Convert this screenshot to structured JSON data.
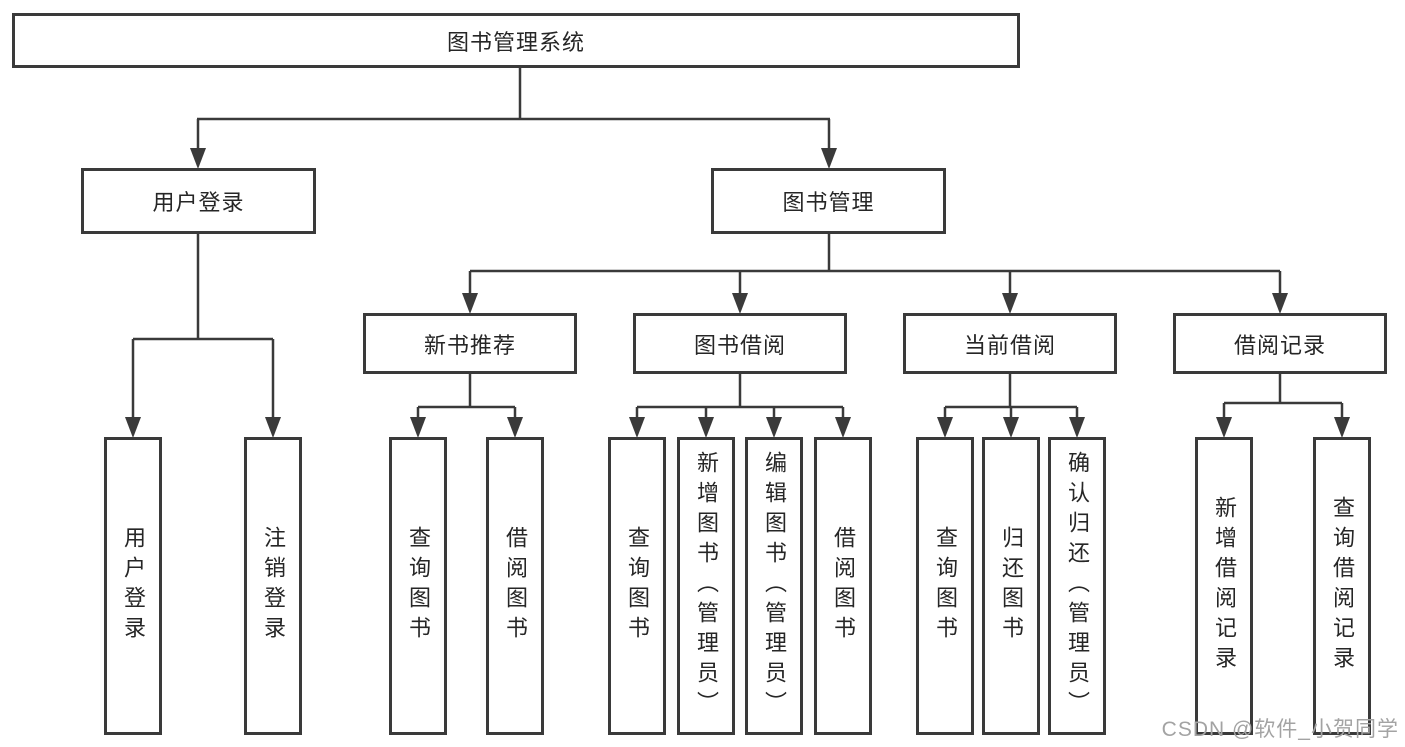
{
  "diagram": {
    "tree": {
      "label": "图书管理系统",
      "children": [
        {
          "label": "用户登录",
          "children": [
            {
              "label": "用户登录"
            },
            {
              "label": "注销登录"
            }
          ]
        },
        {
          "label": "图书管理",
          "children": [
            {
              "label": "新书推荐",
              "children": [
                {
                  "label": "查询图书"
                },
                {
                  "label": "借阅图书"
                }
              ]
            },
            {
              "label": "图书借阅",
              "children": [
                {
                  "label": "查询图书"
                },
                {
                  "label": "新增图书（管理员）"
                },
                {
                  "label": "编辑图书（管理员）"
                },
                {
                  "label": "借阅图书"
                }
              ]
            },
            {
              "label": "当前借阅",
              "children": [
                {
                  "label": "查询图书"
                },
                {
                  "label": "归还图书"
                },
                {
                  "label": "确认归还（管理员）"
                }
              ]
            },
            {
              "label": "借阅记录",
              "children": [
                {
                  "label": "新增借阅记录"
                },
                {
                  "label": "查询借阅记录"
                }
              ]
            }
          ]
        }
      ]
    },
    "colors": {
      "line": "#3a3a3a",
      "box_border": "#3a3a3a",
      "text": "#262626",
      "background": "#ffffff",
      "watermark": "#a3a3a3"
    }
  },
  "watermark": {
    "text": "CSDN @软件_小贺同学"
  }
}
